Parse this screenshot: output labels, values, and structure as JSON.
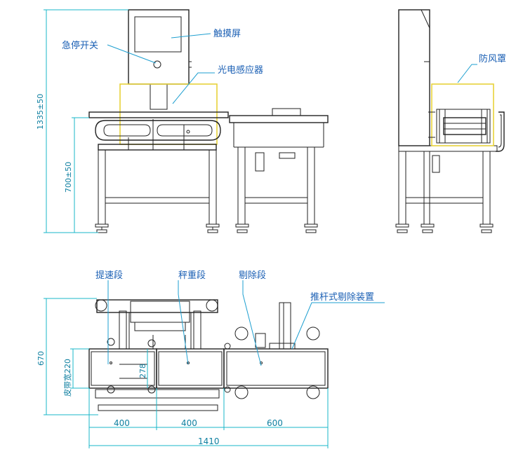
{
  "labels": {
    "touchscreen": "触摸屏",
    "emergency_stop": "急停开关",
    "photo_sensor": "光电感应器",
    "wind_cover": "防风罩",
    "speedup_section": "提速段",
    "weighing_section": "秤重段",
    "reject_section": "剔除段",
    "pusher_reject_device": "推杆式剔除装置"
  },
  "dimensions": {
    "total_height": "1335±50",
    "table_height": "700±50",
    "depth": "670",
    "belt_width": "皮带宽220",
    "inner_278": "278",
    "seg_400_a": "400",
    "seg_400_b": "400",
    "seg_600": "600",
    "total_length": "1410"
  },
  "colors": {
    "line": "#222222",
    "dimension": "#19b7c9",
    "callout": "#1e9fd0",
    "label": "#1a5fb4",
    "wind_cover_outline": "#e8d23a"
  }
}
